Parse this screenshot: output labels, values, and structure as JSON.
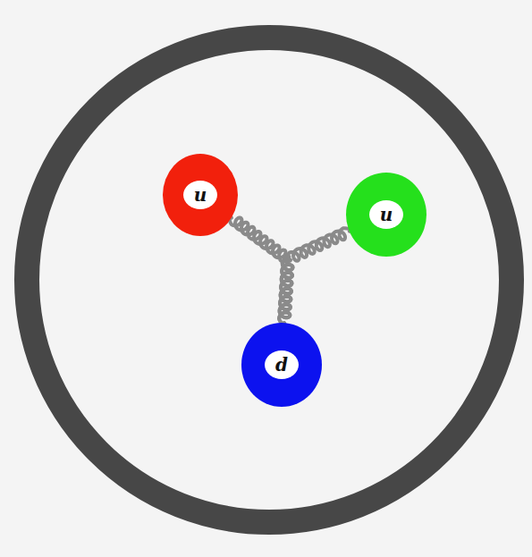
{
  "diagram": {
    "nodes": [
      {
        "text": [
          "u"
        ]
      },
      {
        "text": [
          "u"
        ]
      },
      {
        "text": [
          "d"
        ]
      }
    ],
    "edges": [
      {
        "from": 0,
        "to": 2,
        "arrow": "none"
      },
      {
        "from": 1,
        "to": 2,
        "arrow": "none"
      }
    ]
  }
}
